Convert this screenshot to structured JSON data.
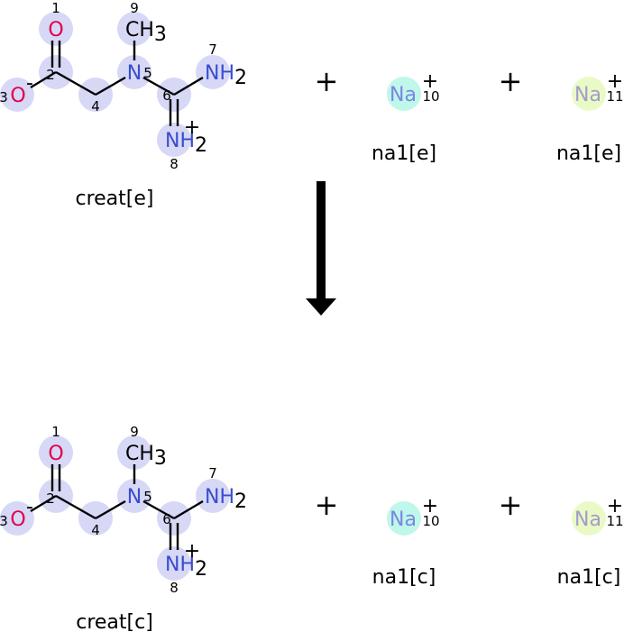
{
  "colors": {
    "atom_highlight": "#d6d8f6",
    "oxygen": "#e0004a",
    "nitrogen": "#3a4ccf",
    "na10_highlight": "#bff7ea",
    "na10_text": "#7c86e4",
    "na11_highlight": "#e9fac6",
    "na11_text": "#a49cc8",
    "arrow": "#000000"
  },
  "atoms": {
    "o1": "O",
    "c2": "2",
    "o3": "O",
    "c4": "4",
    "n5": "N",
    "c6": "6",
    "n7": "NH",
    "n8": "NH",
    "c9": "CH",
    "sub": "3",
    "sub2": "2",
    "plus": "+",
    "minus": "-"
  },
  "indices": {
    "i1": "1",
    "i3": "3",
    "i5": "5",
    "i7": "7",
    "i8": "8",
    "i9": "9",
    "i10": "10",
    "i11": "11"
  },
  "sodium": {
    "symbol": "Na",
    "plus": "+"
  },
  "operators": {
    "plus": "+"
  },
  "reactants": {
    "creatine_name": "creat[e]",
    "na10_name": "na1[e]",
    "na11_name": "na1[e]"
  },
  "products": {
    "creatine_name": "creat[c]",
    "na10_name": "na1[c]",
    "na11_name": "na1[c]"
  },
  "arrow": {
    "direction": "down"
  }
}
